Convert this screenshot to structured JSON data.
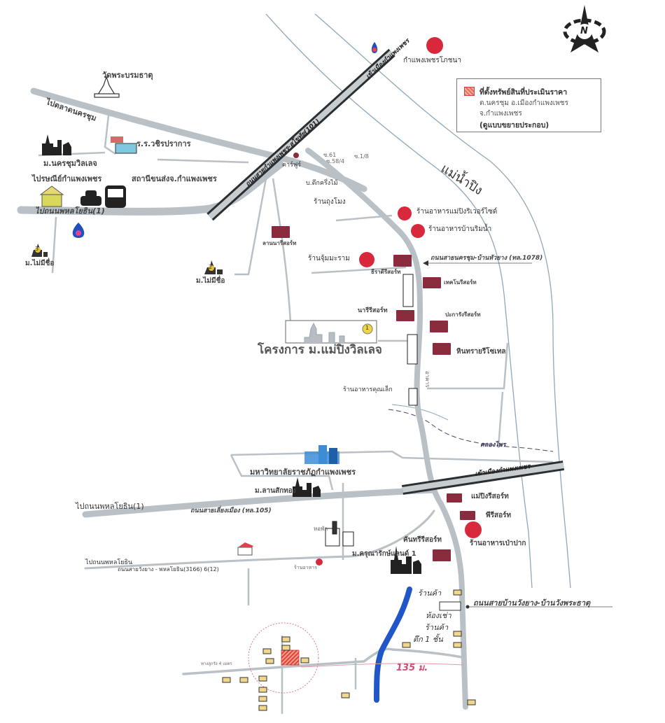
{
  "legend": {
    "title": "ที่ตั้งทรัพย์สินที่ประเมินราคา",
    "line1": "ต.นครชุม อ.เมืองกำแพงเพชร",
    "line2": "จ.กำแพงเพชร",
    "line3": "(ดูแบบขยายประกอบ)",
    "swatch_color": "#e86a5a"
  },
  "compass": {
    "letter": "N"
  },
  "river": {
    "name": "แม่น้ำปิง"
  },
  "canal": {
    "name": "คลองไพร"
  },
  "roads": {
    "highway_101": "ถนนสายกำแพงเพชร-สุโขทัย(101)",
    "to_city_top": "เข้าเมืองกำแพงเพชร",
    "to_city_bottom": "เข้าเมืองกำแพงเพชร",
    "to_nakhonchum_market": "ไปตลาดนครชุม",
    "to_phahonyothin_1": "ไปถนนพหลโยธิน(1)",
    "nakhonchum_huayyang": "ถนนสายนครชุม-บ้านหัวยาง (ทล.1078)",
    "liang_mueang": "ถนนสายเลี่ยงเมือง (ทล.105)",
    "to_phahonyothin_1_mid": "ไปถนนพหลโยธิน(1)",
    "to_phahonyothin_low": "ไปถนนพหลโยธิน",
    "wangyang_phahonyothin": "ถนนสายวังยาง - พหลโยธิน(3166) 6(12)",
    "wangyang_wangphrathat": "ถนนสายบ้านวังยาง-บ้านวังพระธาตุ",
    "small_road": "ทางลูกรัง 4 เมตร"
  },
  "places": {
    "kamphaengphet_phochana": "กำแพงเพชรโภชนา",
    "wat_phra_borommathat": "วัดพระบรมธาตุ",
    "school_wachira": "ร.ร.วชิรปราการ",
    "village_nakhonchum": "ม.นครชุมวิลเลจ",
    "post_office": "ไปรษณีย์กำแพงเพชร",
    "bus_station": "สถานีขนส่งจ.กำแพงเพชร",
    "village_unnamed_3": "ม.ไม่มีชื่อ",
    "village_unnamed_2": "ม.ไม่มีชื่อ",
    "carrefour": "คาร์ฟูร์",
    "soi_61": "ซ.61",
    "soi_584": "ซ.58/4",
    "soi_other": "ซ.1/8",
    "ban_tuek": "บ.ตึกครึ่งไม้",
    "tungmong_shop": "ร้านถุงโมง",
    "maeping_riverside": "ร้านอาหารแม่ปิงริเวอร์ไซด์",
    "ban_rim_nam": "ร้านอาหารบ้านริมน้ำ",
    "lanna_resort": "ลานนารีสอร์ท",
    "jum_restaurant": "ร้านจุ้มมะราม",
    "thirathi_resort": "ธีราดีรีสอร์ท",
    "techno_resort": "เทคโนรีสอร์ท",
    "nari_resort": "นารีรีสอร์ท",
    "pakarang_resort": "ปะการังรีสอร์ท",
    "hinsai_resort": "หินทรายรีโซเทล",
    "project_name": "โครงการ ม.แม่ปิงวิลเลจ",
    "project_marker": "1",
    "marker_2": "2",
    "marker_3": "3",
    "khunlek_restaurant": "ร้านอาหารคุณเล็ก",
    "shophouse_sign": "อาคาร",
    "rajabhat": "มหาวิทยาลัยราชภัฏกำแพงเพชร",
    "lansakthong": "ม.ลานสักทอง",
    "maeping_resort": "แม่ปิงรีสอร์ท",
    "p_resort": "พีรีสอร์ท",
    "paopak_restaurant": "ร้านอาหารเป่าปาก",
    "khanthiri_resort": "คันทรีรีสอร์ท",
    "karunarak_land": "ม.ครุณารักษ์แลนด์ 1",
    "dorm": "หอพัก",
    "small_restaurant": "ร้านอาหาร",
    "shop_1": "ร้านค้า",
    "rental_room": "ห้องเช่า",
    "shop_2": "ร้านค้า",
    "one_floor_building": "ตึก 1 ชั้น"
  },
  "distance": {
    "label": "135 ม."
  }
}
